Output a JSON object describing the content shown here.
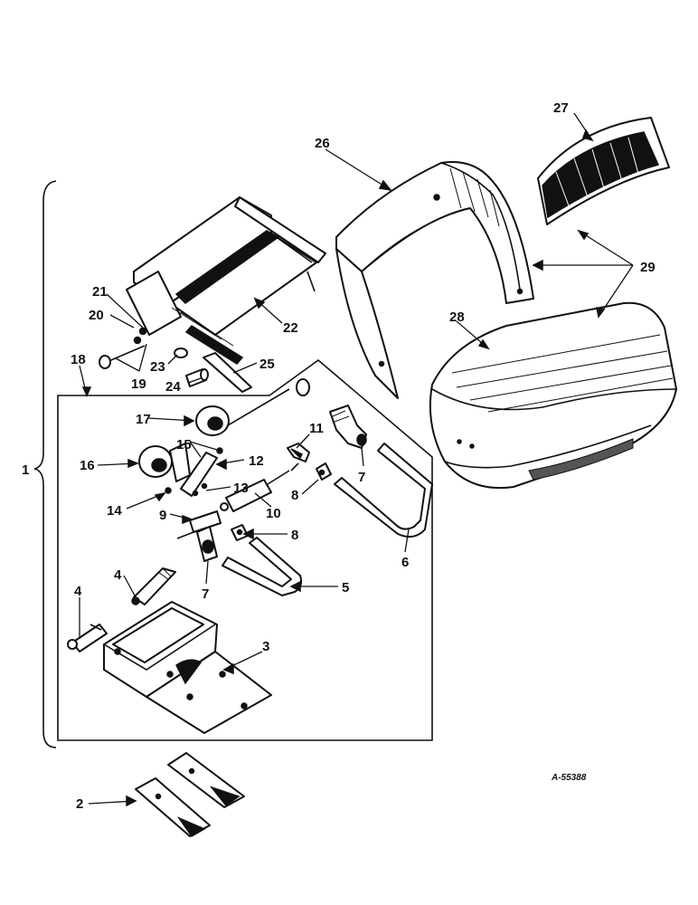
{
  "reference_code": "A-55388",
  "callouts": {
    "c1": "1",
    "c2": "2",
    "c3": "3",
    "c4a": "4",
    "c4b": "4",
    "c5": "5",
    "c6": "6",
    "c7a": "7",
    "c7b": "7",
    "c8a": "8",
    "c8b": "8",
    "c9": "9",
    "c10": "10",
    "c11": "11",
    "c12": "12",
    "c13": "13",
    "c14": "14",
    "c15": "15",
    "c16": "16",
    "c17": "17",
    "c18": "18",
    "c19": "19",
    "c20": "20",
    "c21": "21",
    "c22": "22",
    "c23": "23",
    "c24": "24",
    "c25": "25",
    "c26": "26",
    "c27": "27",
    "c28": "28",
    "c29": "29"
  }
}
